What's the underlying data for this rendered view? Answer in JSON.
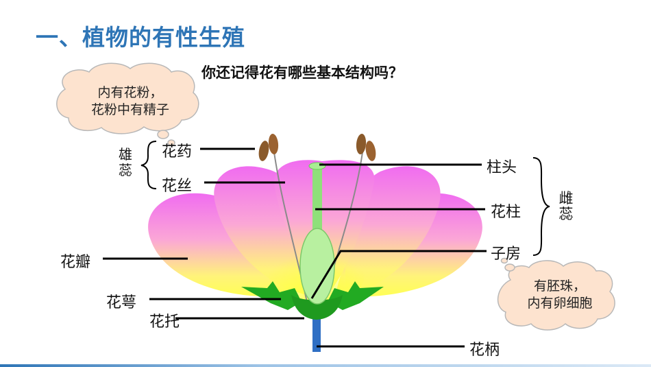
{
  "title": "一、植物的有性生殖",
  "question": "你还记得花有哪些基本结构吗？",
  "bubbles": {
    "anther_note": {
      "line1": "内有花粉，",
      "line2": "花粉中有精子"
    },
    "ovary_note": {
      "line1": "有胚珠，",
      "line2": "内有卵细胞"
    }
  },
  "groups": {
    "stamen": "雄蕊",
    "pistil": "雌蕊"
  },
  "labels": {
    "anther": "花药",
    "filament": "花丝",
    "stigma": "柱头",
    "style": "花柱",
    "ovary": "子房",
    "petal": "花瓣",
    "sepal": "花萼",
    "receptacle": "花托",
    "pedicel": "花柄"
  },
  "colors": {
    "title": "#2e75b6",
    "petal_top": "#f06cf0",
    "petal_bottom": "#ffff66",
    "pistil": "#8fe07a",
    "sepal": "#22aa22",
    "anther": "#8a5a2b",
    "pedicel": "#2f6fc4",
    "bubble": "#fde3cf"
  }
}
